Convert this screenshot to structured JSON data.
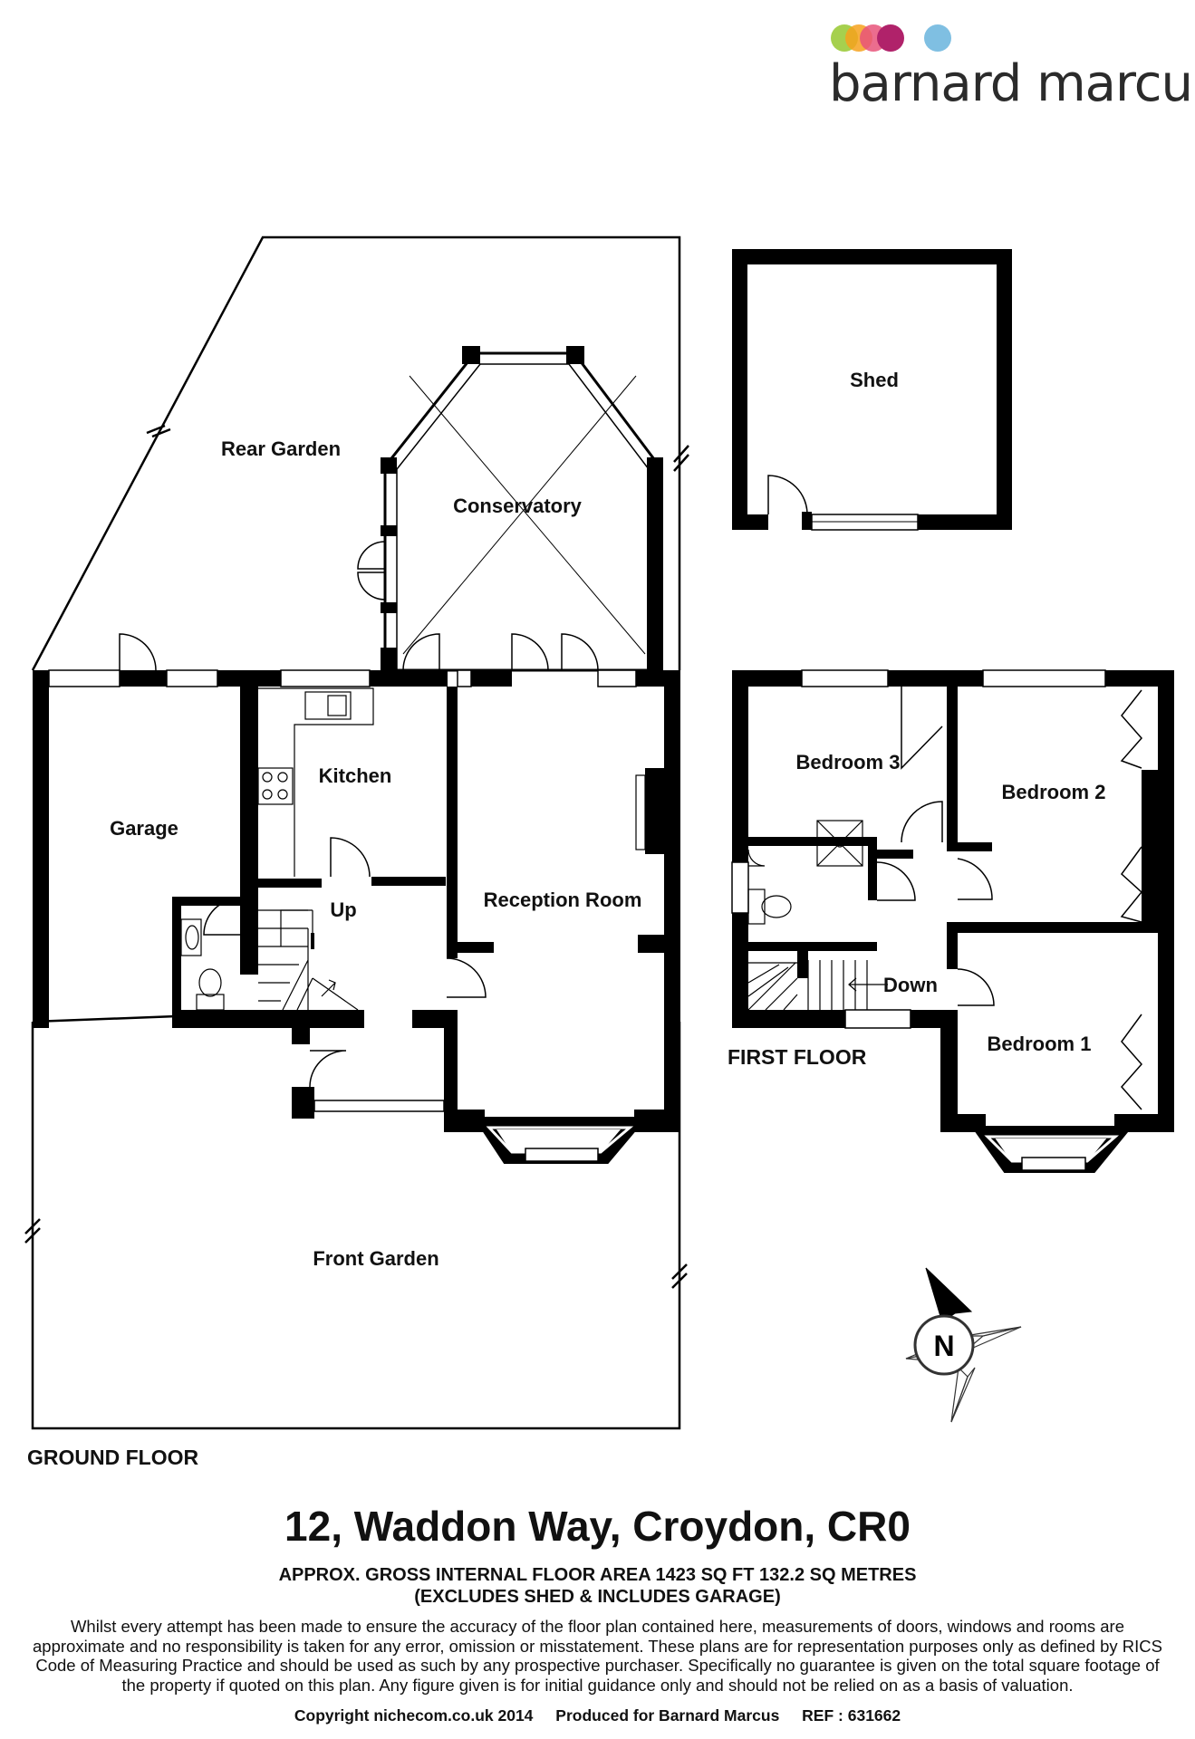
{
  "brand": {
    "name": "barnard marcus",
    "dot_colors": [
      "#9ccb3b",
      "#f6a21d",
      "#e8537a",
      "#b0226a",
      "#7fbfe2"
    ]
  },
  "rooms": {
    "rear_garden": "Rear Garden",
    "conservatory": "Conservatory",
    "shed": "Shed",
    "garage": "Garage",
    "kitchen": "Kitchen",
    "up": "Up",
    "reception_room": "Reception Room",
    "front_garden": "Front Garden",
    "bedroom_3": "Bedroom 3",
    "bedroom_2": "Bedroom 2",
    "bedroom_1": "Bedroom 1",
    "down": "Down"
  },
  "floors": {
    "ground": "GROUND FLOOR",
    "first": "FIRST FLOOR"
  },
  "compass": {
    "label": "N"
  },
  "address": "12, Waddon Way, Croydon, CR0",
  "area": {
    "line1": "APPROX. GROSS INTERNAL FLOOR AREA 1423 SQ FT 132.2 SQ METRES",
    "line2": "(EXCLUDES SHED & INCLUDES GARAGE)"
  },
  "disclaimer": "Whilst every attempt has been made to ensure the accuracy of the floor plan contained here, measurements of doors, windows and rooms are approximate and no responsibility is taken for any error, omission or misstatement. These plans are for representation purposes only as defined by RICS Code of Measuring Practice and should be used as such by any prospective purchaser.  Specifically no guarantee is given on the total square footage of the property if quoted on this plan. Any figure given is for initial guidance only and should not be relied on as a basis of valuation.",
  "footer": {
    "copyright": "Copyright nichecom.co.uk 2014",
    "produced": "Produced for Barnard Marcus",
    "ref": "REF : 631662"
  }
}
